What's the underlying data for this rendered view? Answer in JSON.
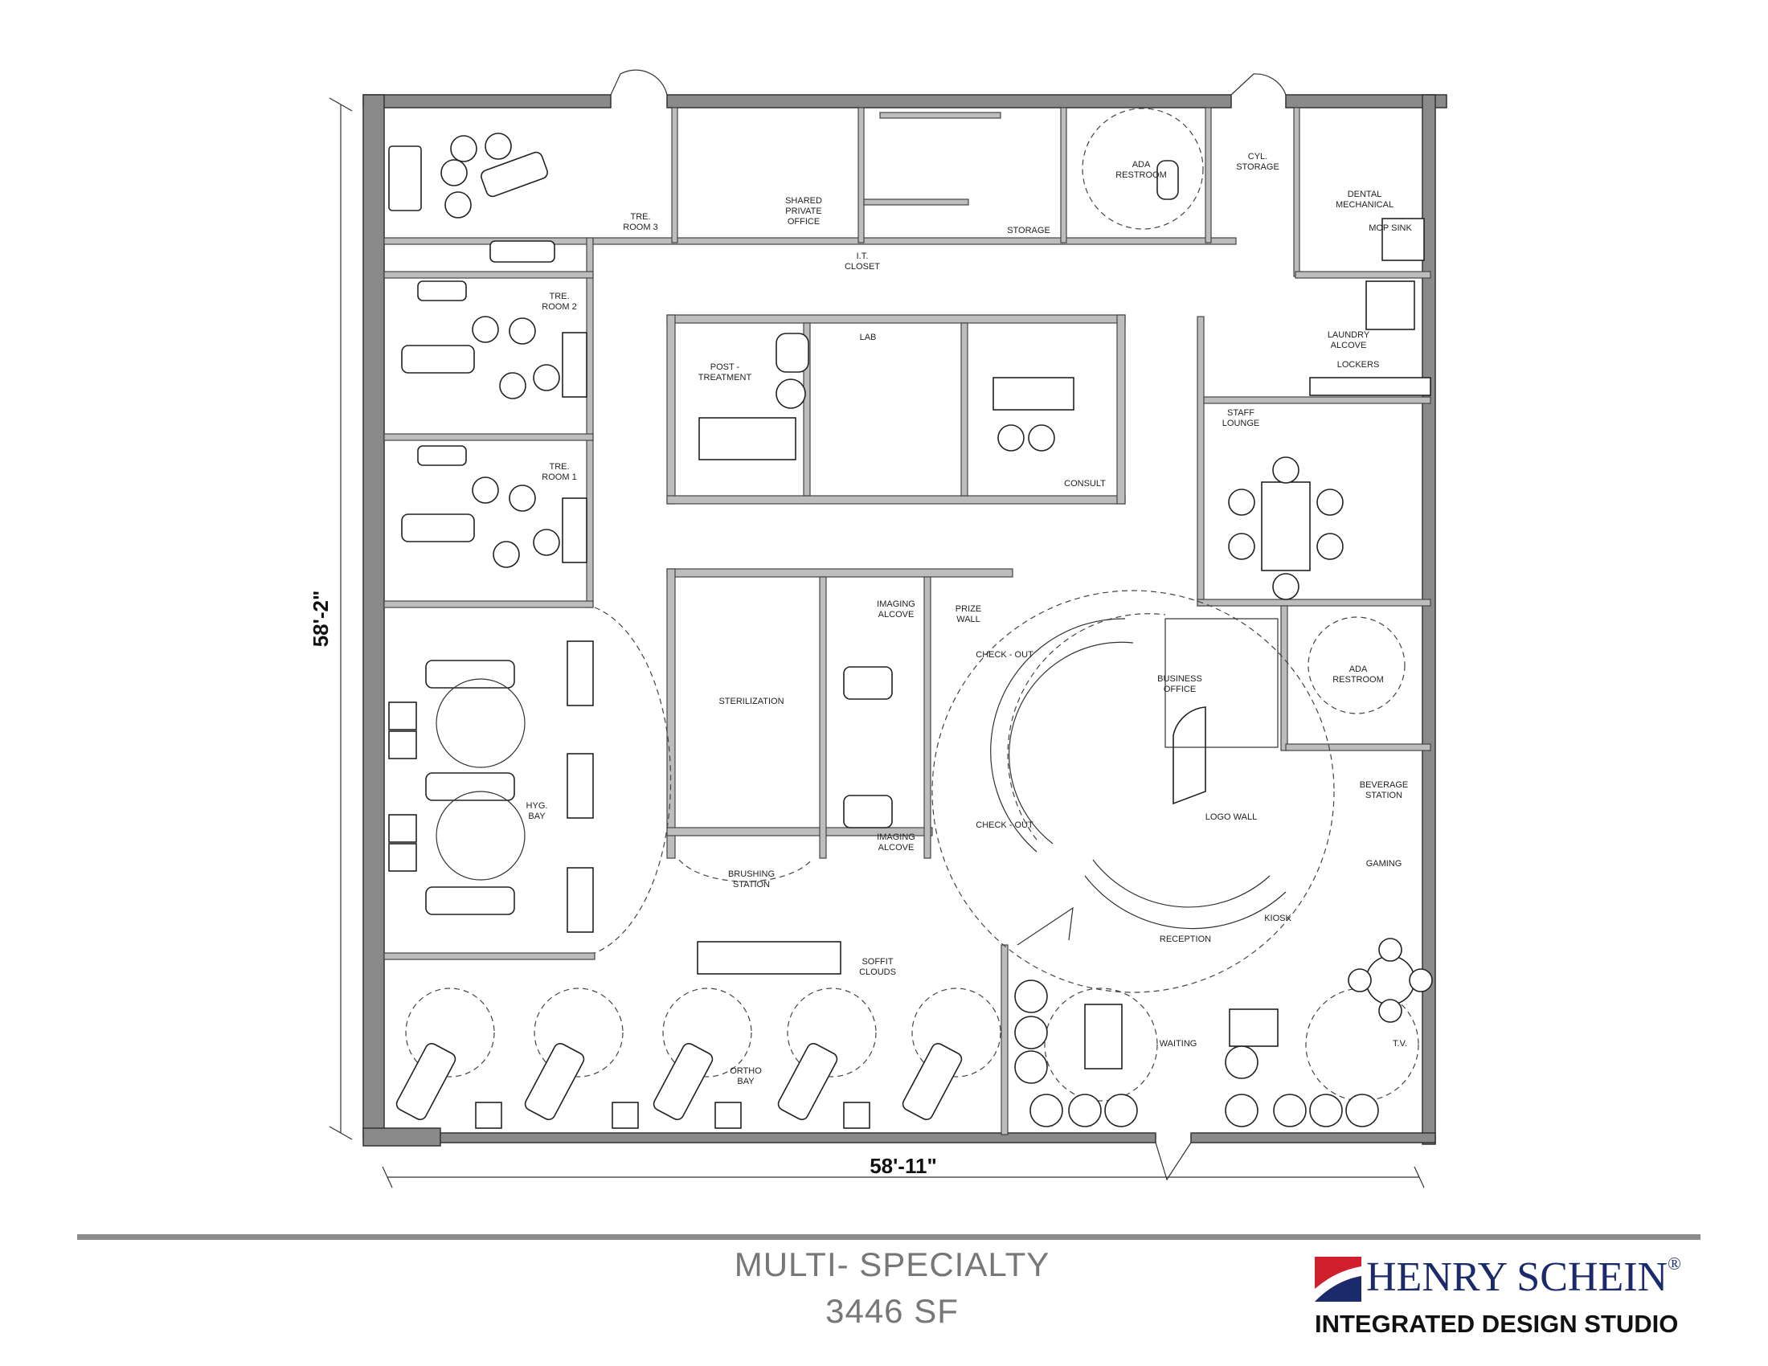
{
  "plan": {
    "dimensions": {
      "height": "58'-2\"",
      "width": "58'-11\""
    },
    "rooms": {
      "tre_room3": [
        "TRE.",
        "ROOM 3"
      ],
      "shared_office": [
        "SHARED",
        "PRIVATE",
        "OFFICE"
      ],
      "it_closet": [
        "I.T.",
        "CLOSET"
      ],
      "storage": "STORAGE",
      "ada_restroom_top": [
        "ADA",
        "RESTROOM"
      ],
      "cyl_storage": [
        "CYL.",
        "STORAGE"
      ],
      "dental_mechanical": [
        "DENTAL",
        "MECHANICAL"
      ],
      "mop_sink": "MOP SINK",
      "tre_room2": [
        "TRE.",
        "ROOM 2"
      ],
      "post_treatment": [
        "POST -",
        "TREATMENT"
      ],
      "lab": "LAB",
      "consult": "CONSULT",
      "laundry_alcove": [
        "LAUNDRY",
        "ALCOVE"
      ],
      "lockers": "LOCKERS",
      "staff_lounge": [
        "STAFF",
        "LOUNGE"
      ],
      "tre_room1": [
        "TRE.",
        "ROOM 1"
      ],
      "sterilization": "STERILIZATION",
      "imaging_alcove_top": [
        "IMAGING",
        "ALCOVE"
      ],
      "prize_wall": [
        "PRIZE",
        "WALL"
      ],
      "check_out_top": "CHECK - OUT",
      "business_office": [
        "BUSINESS",
        "OFFICE"
      ],
      "ada_restroom_right": [
        "ADA",
        "RESTROOM"
      ],
      "hyg_bay": [
        "HYG.",
        "BAY"
      ],
      "check_out_left": "CHECK - OUT",
      "logo_wall": "LOGO WALL",
      "beverage_station": [
        "BEVERAGE",
        "STATION"
      ],
      "imaging_alcove_bottom": [
        "IMAGING",
        "ALCOVE"
      ],
      "brushing_station": [
        "BRUSHING",
        "STATION"
      ],
      "gaming": "GAMING",
      "kiosk": "KIOSK",
      "reception": "RECEPTION",
      "soffit_clouds": [
        "SOFFIT",
        "CLOUDS"
      ],
      "waiting": "WAITING",
      "ortho_bay": [
        "ORTHO",
        "BAY"
      ],
      "tv": "T.V."
    }
  },
  "footer": {
    "title": "MULTI- SPECIALTY",
    "area": "3446 SF"
  },
  "brand": {
    "name": "HENRY SCHEIN",
    "registered": "®",
    "subtitle": "INTEGRATED DESIGN STUDIO",
    "colors": {
      "red": "#d0202e",
      "blue": "#1b2a6b"
    }
  }
}
